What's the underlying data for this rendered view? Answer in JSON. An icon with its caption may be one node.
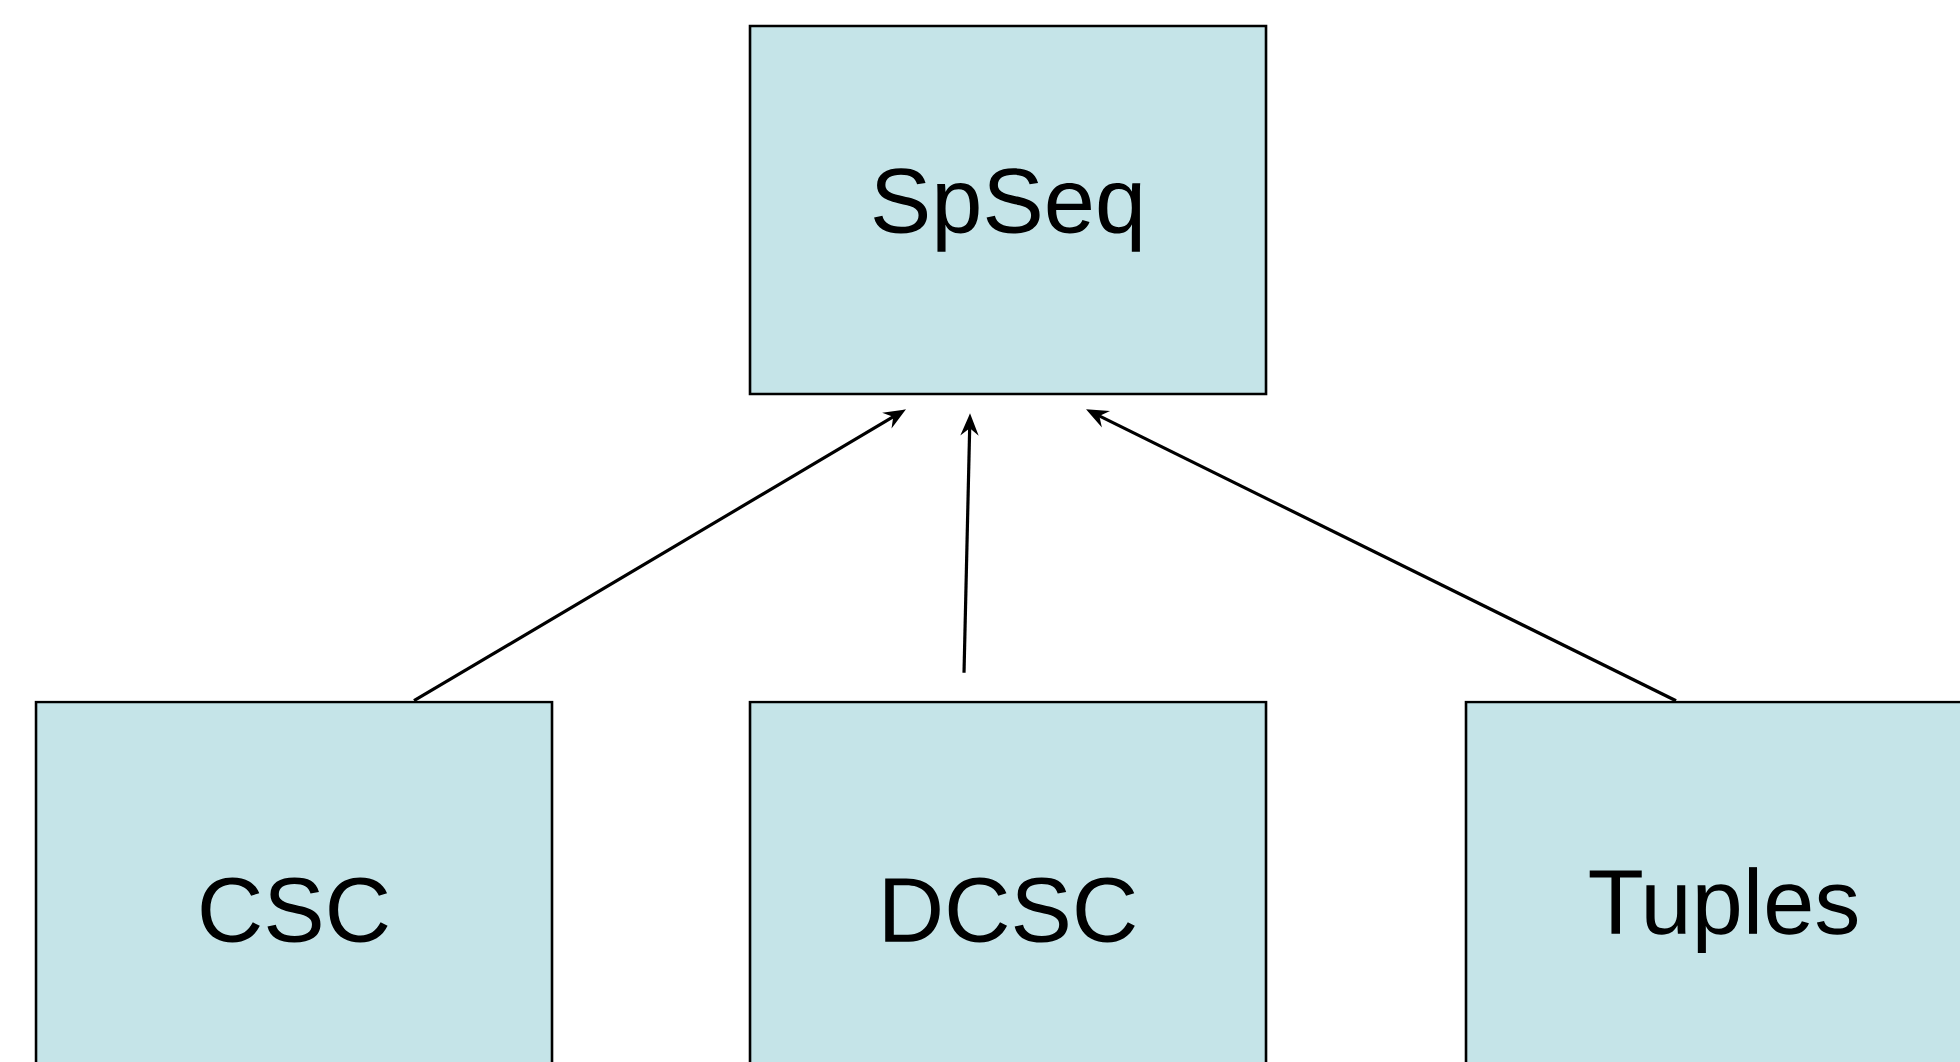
{
  "diagram": {
    "nodes": [
      {
        "text": [
          "SpSeq"
        ]
      },
      {
        "text": [
          "CSC"
        ]
      },
      {
        "text": [
          "DCSC"
        ]
      },
      {
        "text": [
          "Tuples"
        ]
      }
    ],
    "edges": [
      {
        "from": 1,
        "to": 0,
        "arrow": "to"
      },
      {
        "from": 2,
        "to": 0,
        "arrow": "to"
      },
      {
        "from": 3,
        "to": 0,
        "arrow": "to"
      }
    ]
  }
}
